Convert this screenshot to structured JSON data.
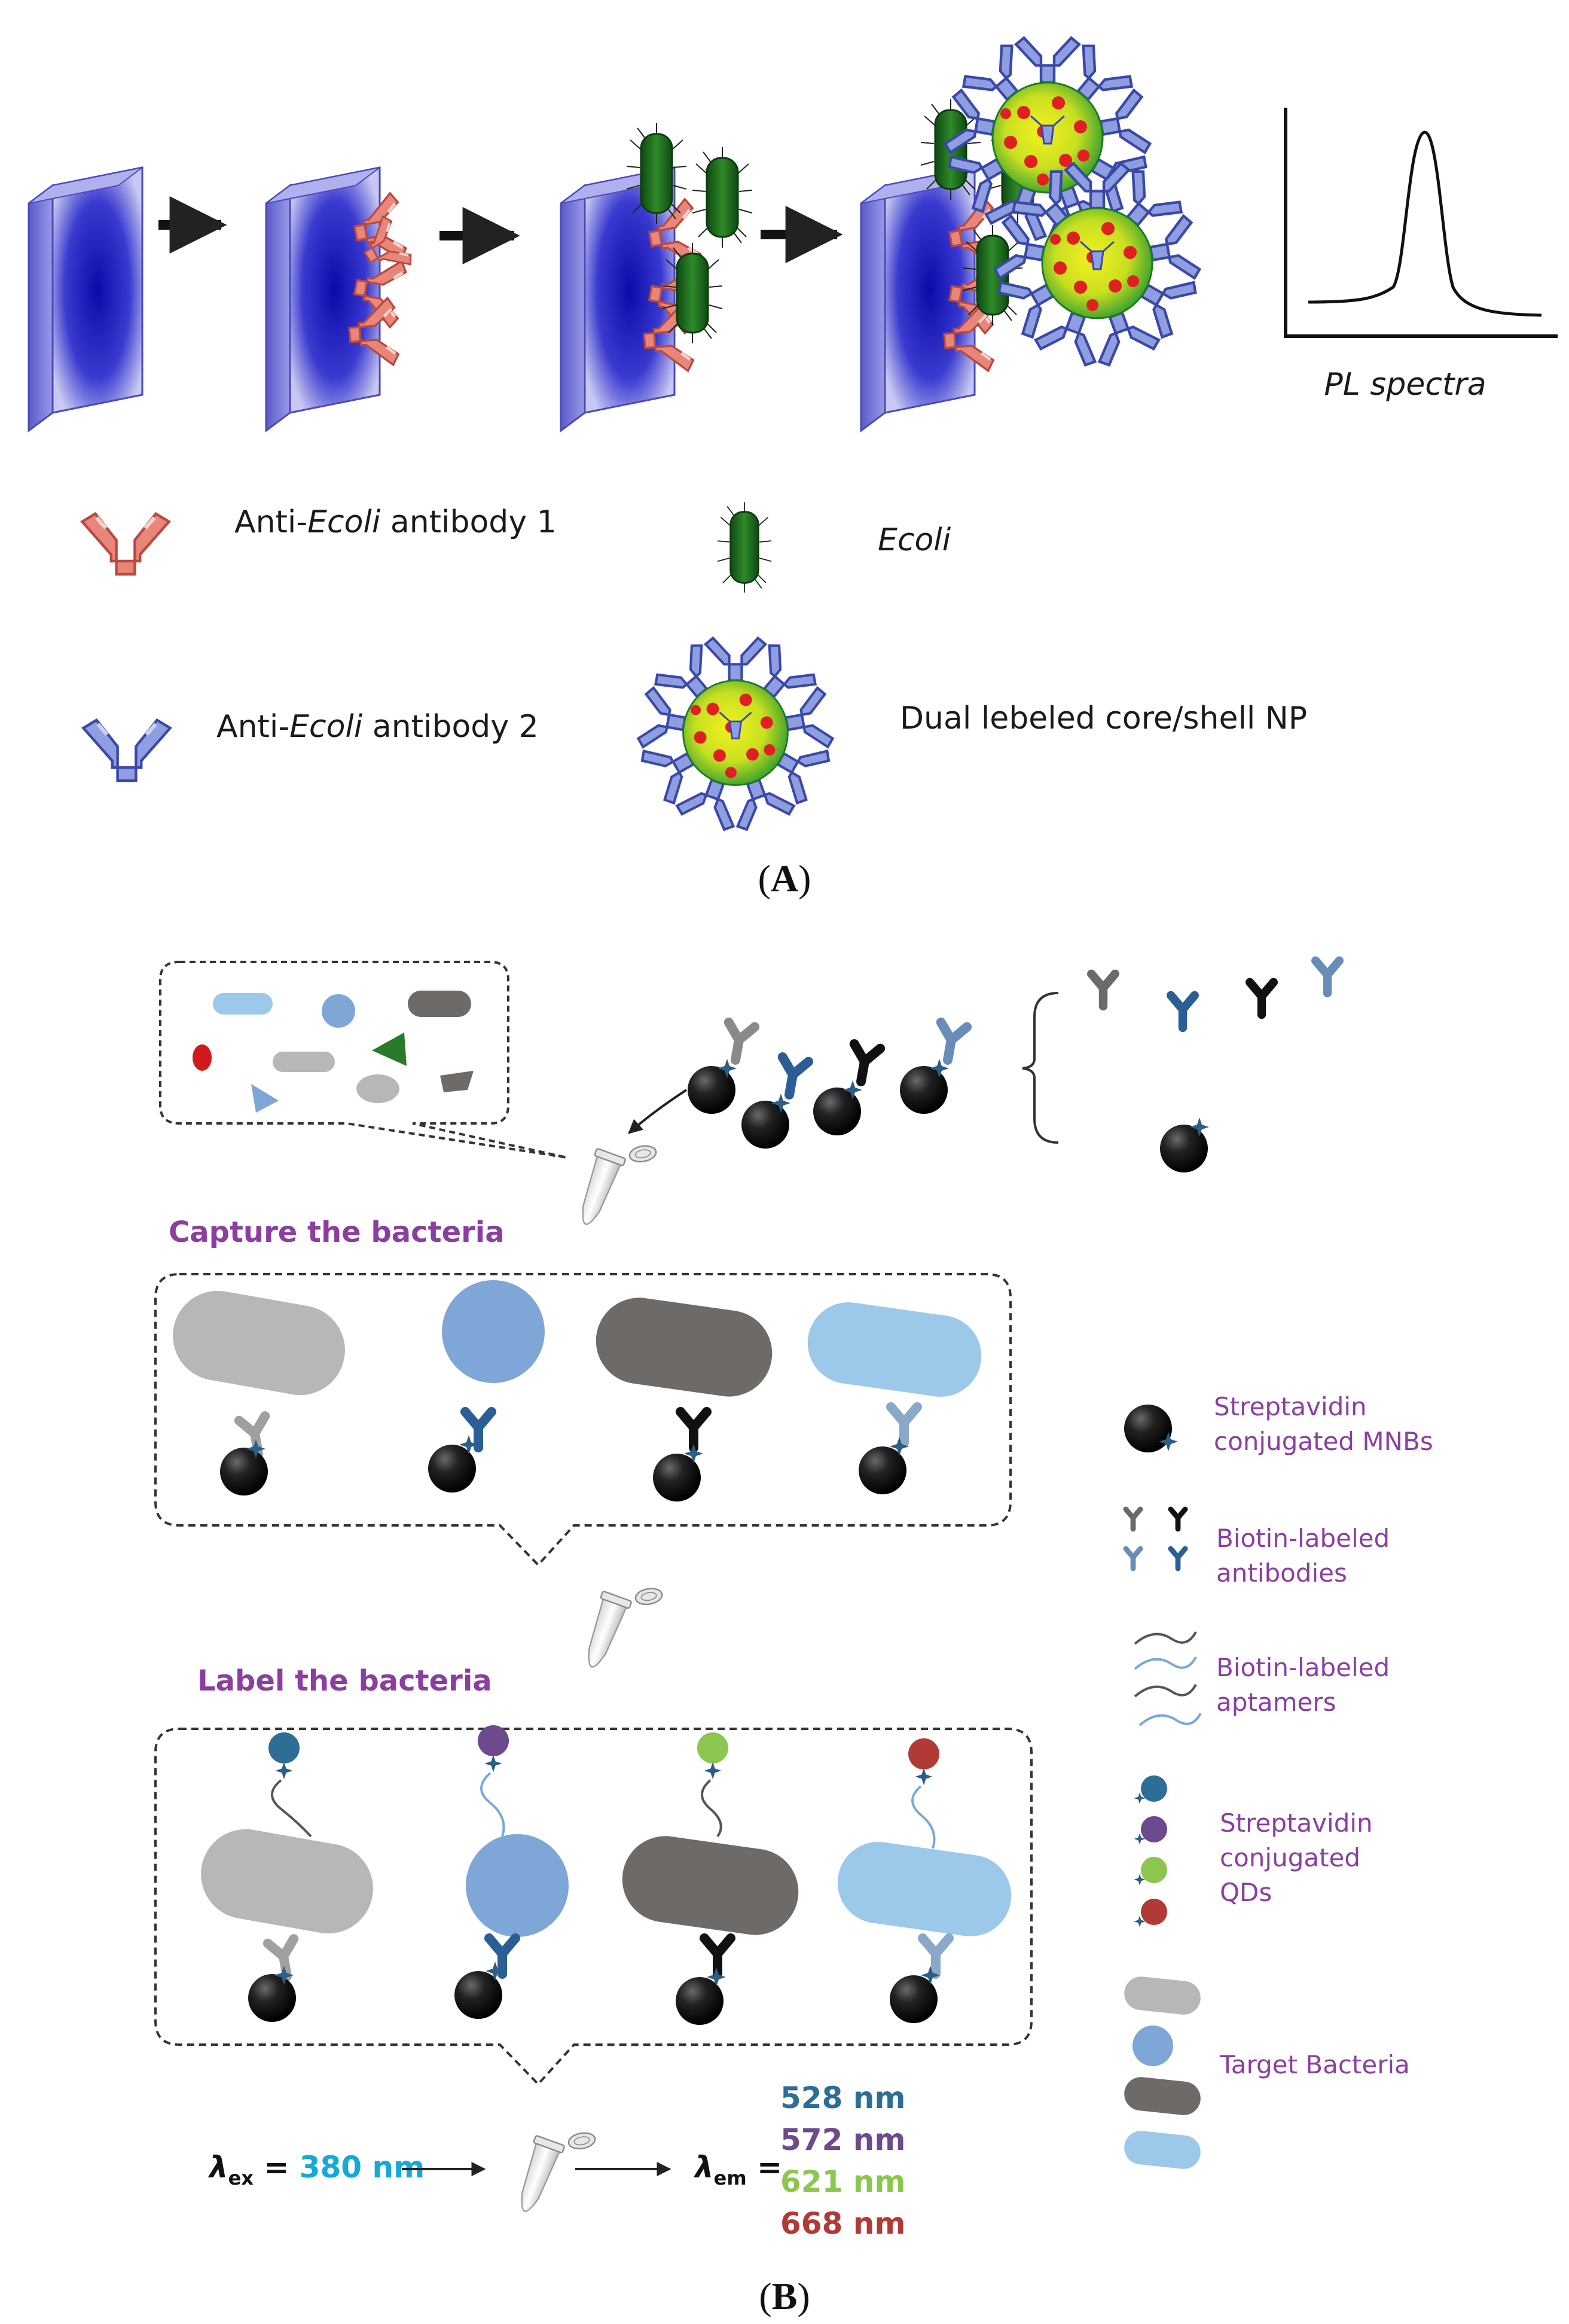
{
  "panel_a": {
    "spectrum_label": "PL spectra",
    "legend": {
      "ab1_prefix": "Anti-",
      "ab1_italic": "Ecoli",
      "ab1_suffix": " antibody 1",
      "ab2_prefix": "Anti-",
      "ab2_italic": "Ecoli",
      "ab2_suffix": " antibody 2",
      "ecoli": "Ecoli",
      "np": "Dual lebeled core/shell NP"
    },
    "panel_letter": "A"
  },
  "panel_b": {
    "capture_title": "Capture the bacteria",
    "label_title": "Label the bacteria",
    "legend": {
      "mnb_line1": "Streptavidin",
      "mnb_line2": "conjugated MNBs",
      "ab_line1": "Biotin-labeled",
      "ab_line2": "antibodies",
      "apt_line1": "Biotin-labeled",
      "apt_line2": "aptamers",
      "qd_line1": "Streptavidin",
      "qd_line2": "conjugated",
      "qd_line3": "QDs",
      "bact": "Target Bacteria"
    },
    "excitation": {
      "symbol": "λ",
      "sub": "ex",
      "eq": " = ",
      "value": "380 nm"
    },
    "emission": {
      "symbol": "λ",
      "sub": "em",
      "eq": " =",
      "values": [
        "528 nm",
        "572 nm",
        "621 nm",
        "668 nm"
      ],
      "colors": [
        "#2e6e96",
        "#6c4a8c",
        "#8cc64f",
        "#b03a36"
      ]
    },
    "panel_letter": "B"
  },
  "colors": {
    "bact_lightgray": "#b7b7b7",
    "bact_blue_round": "#7ea6d6",
    "bact_darkgray": "#6e6a68",
    "bact_lightblue": "#9cc8ea",
    "mnb": "#1a1a1a",
    "ab_red": "#e8867a",
    "ab_blue": "#8f9ee0",
    "title_purple": "#8a3fa0",
    "ex_cyan": "#14a9d6"
  }
}
